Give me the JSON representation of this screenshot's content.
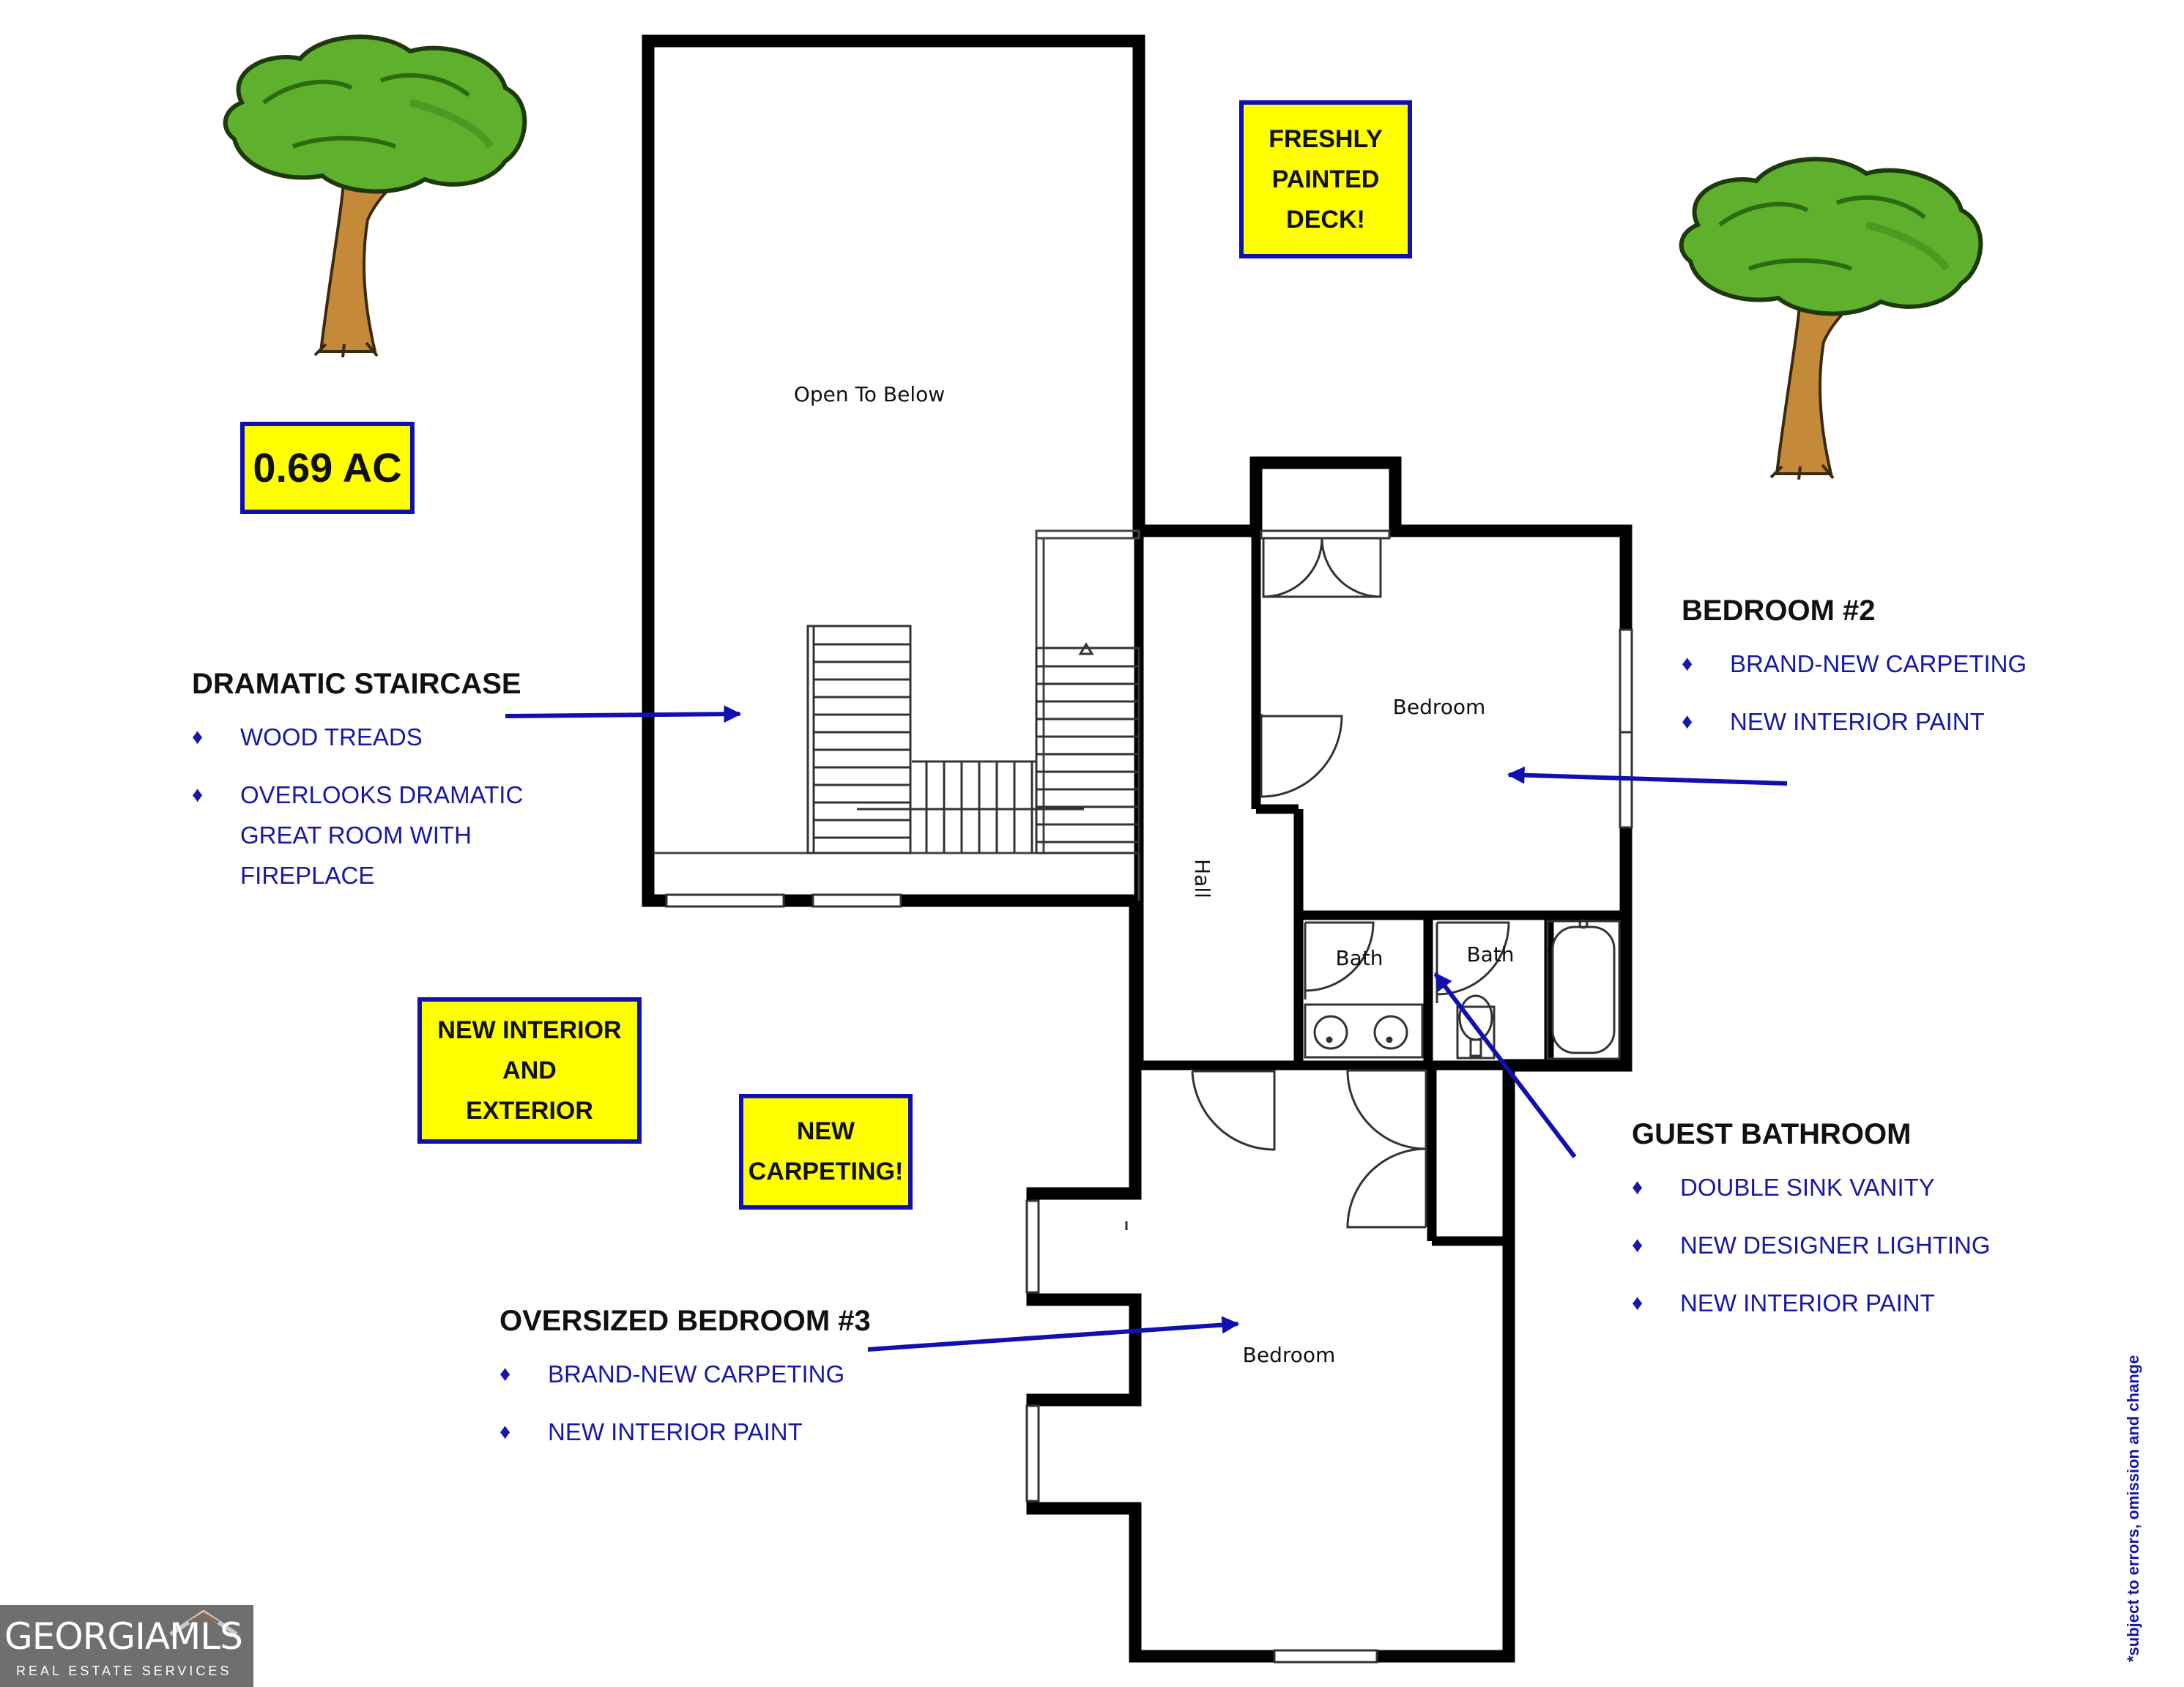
{
  "plan": {
    "labels": {
      "open_to_below": "Open To Below",
      "bedroom_upper": "Bedroom",
      "hall": "Hall",
      "bath_left": "Bath",
      "bath_right": "Bath",
      "bedroom_lower": "Bedroom"
    }
  },
  "badges": {
    "acreage": "0.69 AC",
    "deck": [
      "FRESHLY",
      "PAINTED",
      "DECK!"
    ],
    "interior_exterior": [
      "NEW INTERIOR",
      "AND",
      "EXTERIOR"
    ],
    "carpeting": [
      "NEW",
      "CARPETING!"
    ]
  },
  "callouts": {
    "staircase": {
      "title": "DRAMATIC STAIRCASE",
      "items": [
        [
          "WOOD TREADS"
        ],
        [
          "OVERLOOKS DRAMATIC",
          "GREAT ROOM WITH",
          "FIREPLACE"
        ]
      ]
    },
    "bedroom2": {
      "title": "BEDROOM #2",
      "items": [
        [
          "BRAND-NEW CARPETING"
        ],
        [
          "NEW INTERIOR PAINT"
        ]
      ]
    },
    "guest_bath": {
      "title": "GUEST BATHROOM",
      "items": [
        [
          "DOUBLE SINK VANITY"
        ],
        [
          "NEW DESIGNER LIGHTING"
        ],
        [
          "NEW INTERIOR PAINT"
        ]
      ]
    },
    "bedroom3": {
      "title": "OVERSIZED BEDROOM #3",
      "items": [
        [
          "BRAND-NEW CARPETING"
        ],
        [
          "NEW INTERIOR PAINT"
        ]
      ]
    }
  },
  "bullet_glyph": "♦",
  "disclaimer": "*subject to errors, omission and change",
  "logo": {
    "main": "GEORGIAMLS",
    "sub": "REAL ESTATE SERVICES"
  },
  "colors": {
    "accent_blue": "#1818a8",
    "badge_yellow": "#ffff00",
    "wall": "#000000"
  }
}
